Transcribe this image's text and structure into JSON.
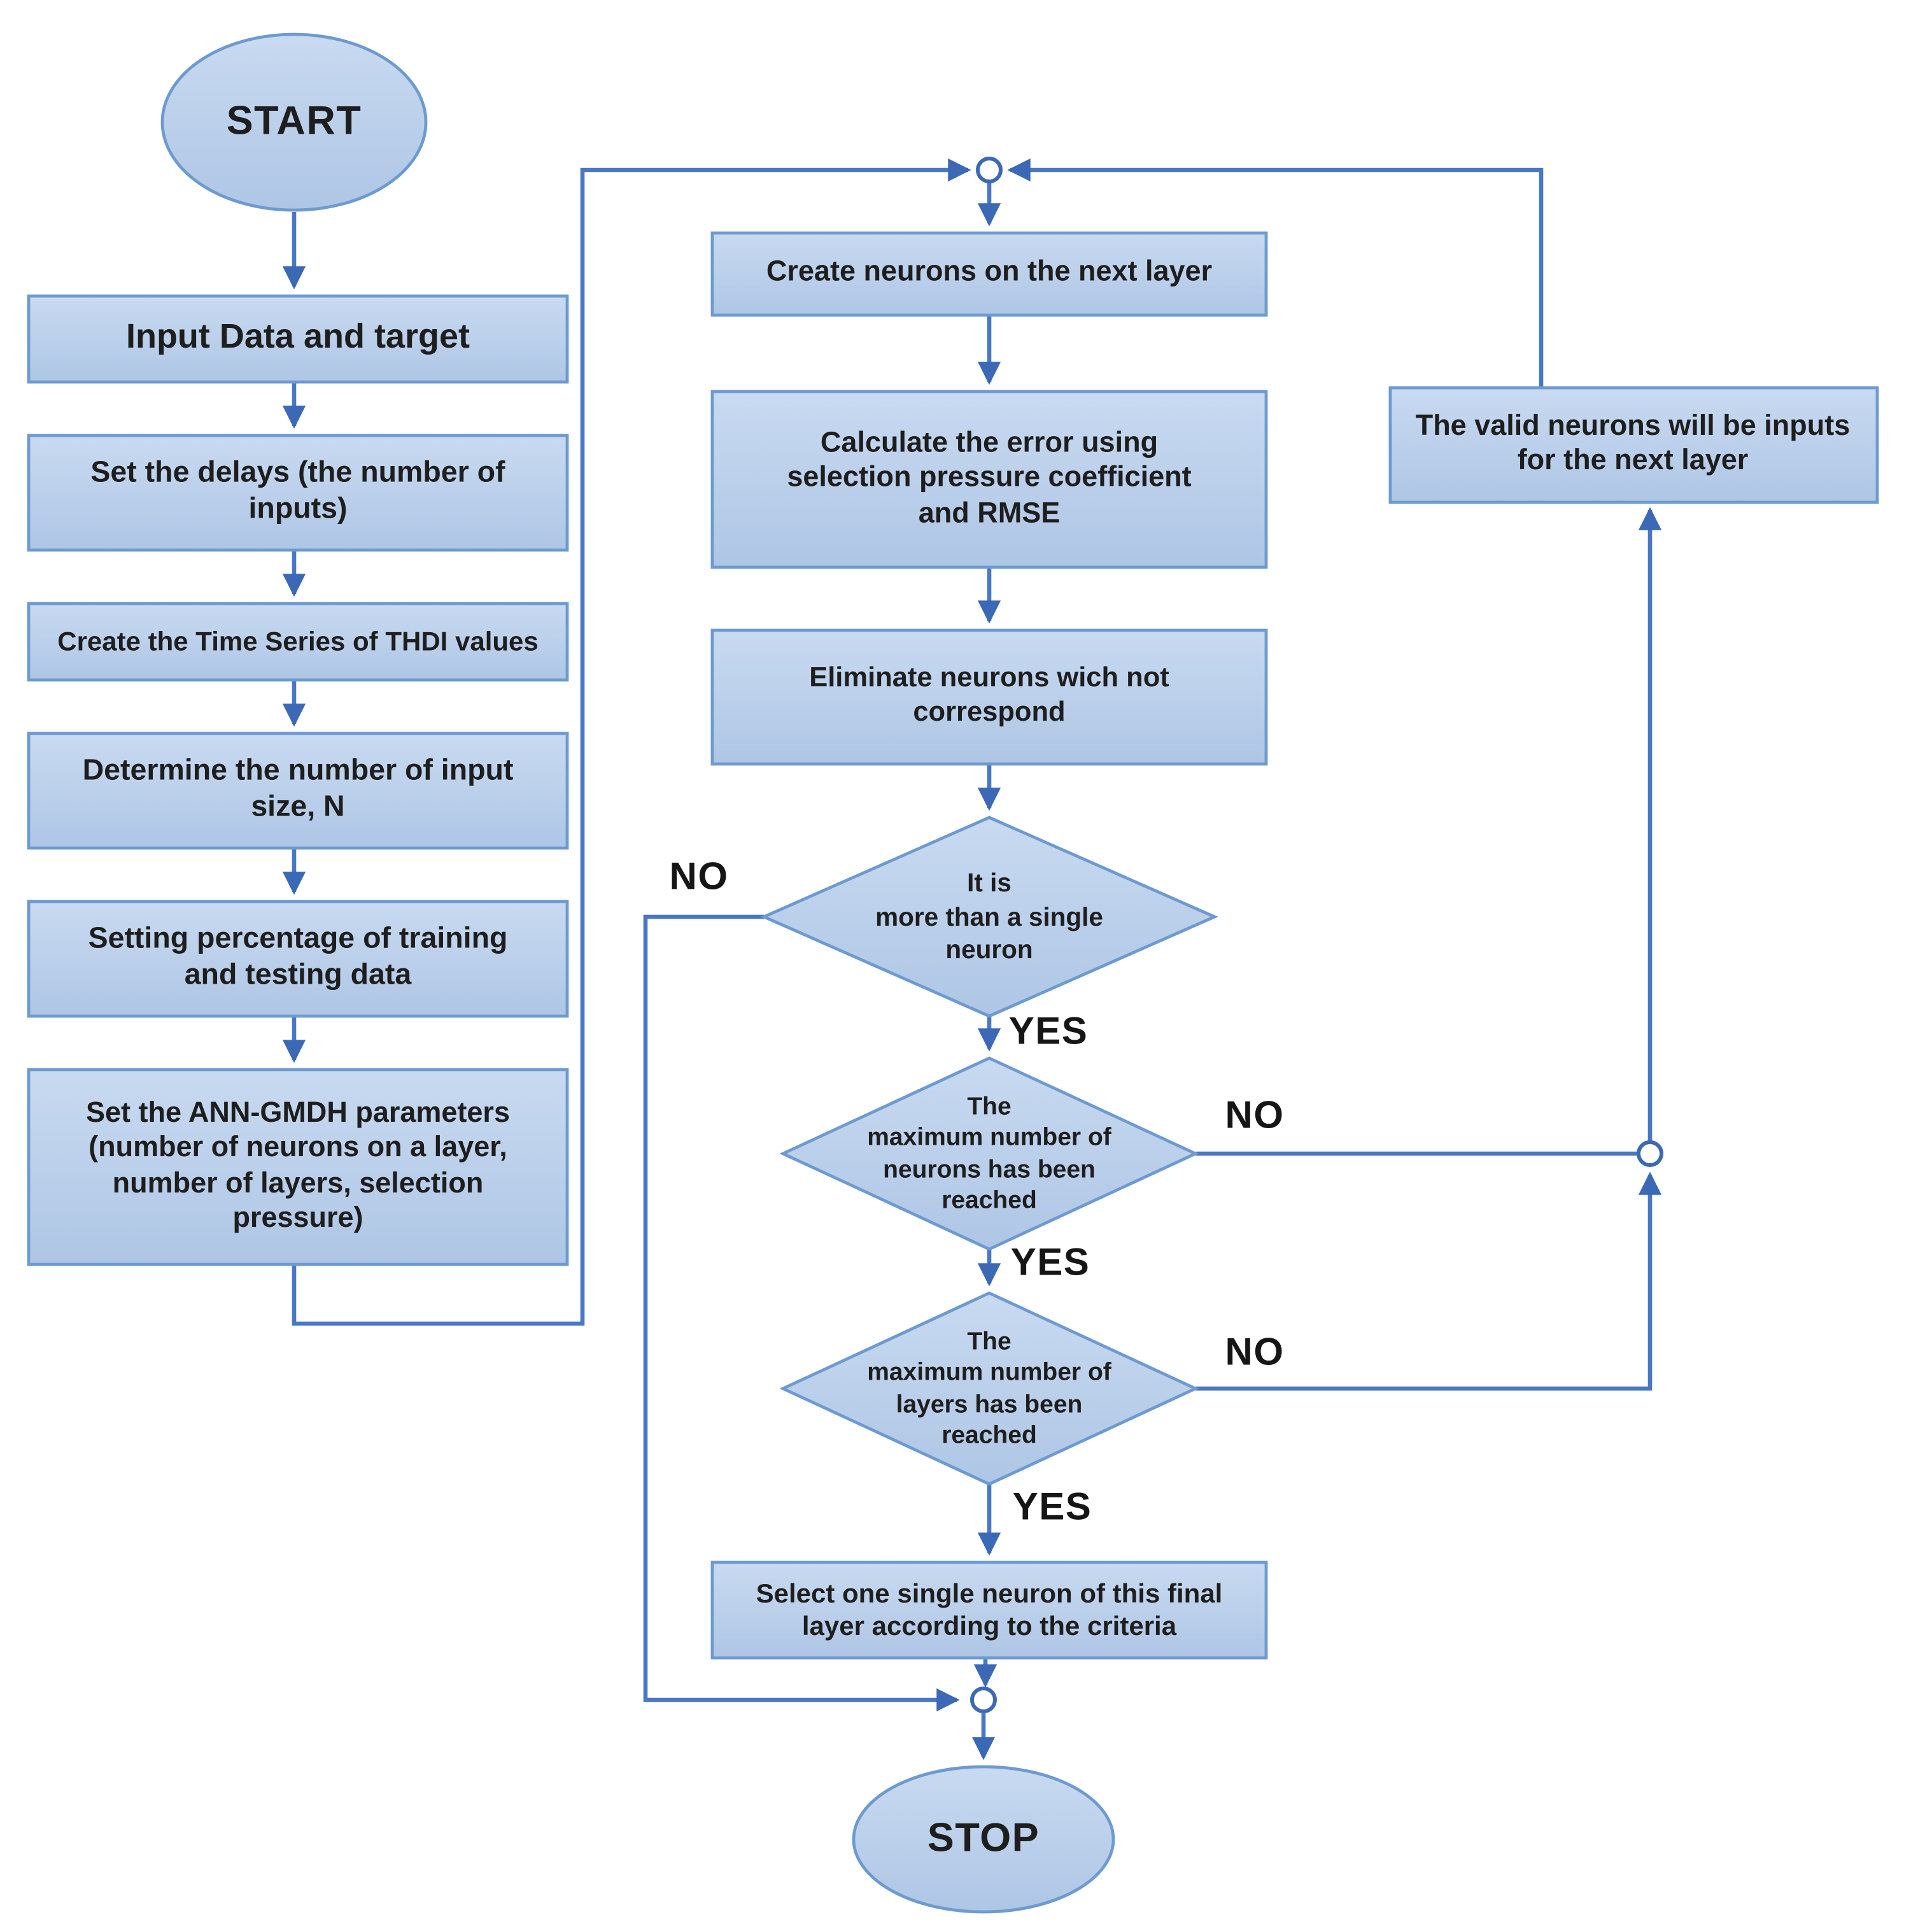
{
  "diagram_type": "flowchart",
  "colors": {
    "connector": "#4a77c4",
    "shape_fill_top": "#c9daf1",
    "shape_fill_bottom": "#aec6e5",
    "shape_border": "#6d9ad0",
    "text": "#1e1e1e"
  },
  "nodes": {
    "start": {
      "label": "START",
      "type": "terminator"
    },
    "input": {
      "label": "Input Data and target",
      "type": "process"
    },
    "delays": {
      "label": "Set the delays (the number of\ninputs)",
      "type": "process"
    },
    "timeseries": {
      "label": "Create the Time Series of THDI values",
      "type": "process"
    },
    "inputsize": {
      "label": "Determine the number of input\nsize, N",
      "type": "process"
    },
    "percentage": {
      "label": "Setting percentage of training\nand testing data",
      "type": "process"
    },
    "params": {
      "label": "Set the ANN-GMDH parameters\n(number of neurons on a layer,\nnumber of layers, selection\npressure)",
      "type": "process"
    },
    "create": {
      "label": "Create neurons on the next layer",
      "type": "process"
    },
    "calculate": {
      "label": "Calculate the error using\nselection pressure coefficient\nand RMSE",
      "type": "process"
    },
    "eliminate": {
      "label": "Eliminate neurons wich not\ncorrespond",
      "type": "process"
    },
    "d_single": {
      "label": "It is\nmore than a single\nneuron",
      "type": "decision"
    },
    "d_neurons": {
      "label": "The\nmaximum number of\nneurons has been\nreached",
      "type": "decision"
    },
    "d_layers": {
      "label": "The\nmaximum number of\nlayers has been\nreached",
      "type": "decision"
    },
    "select": {
      "label": "Select one single neuron of this final\nlayer according to the criteria",
      "type": "process"
    },
    "valid": {
      "label": "The valid neurons will be inputs\nfor the next layer",
      "type": "process"
    },
    "stop": {
      "label": "STOP",
      "type": "terminator"
    }
  },
  "edge_labels": {
    "no_single": "NO",
    "yes_single": "YES",
    "no_neurons": "NO",
    "yes_neurons": "YES",
    "no_layers": "NO",
    "yes_layers": "YES"
  }
}
